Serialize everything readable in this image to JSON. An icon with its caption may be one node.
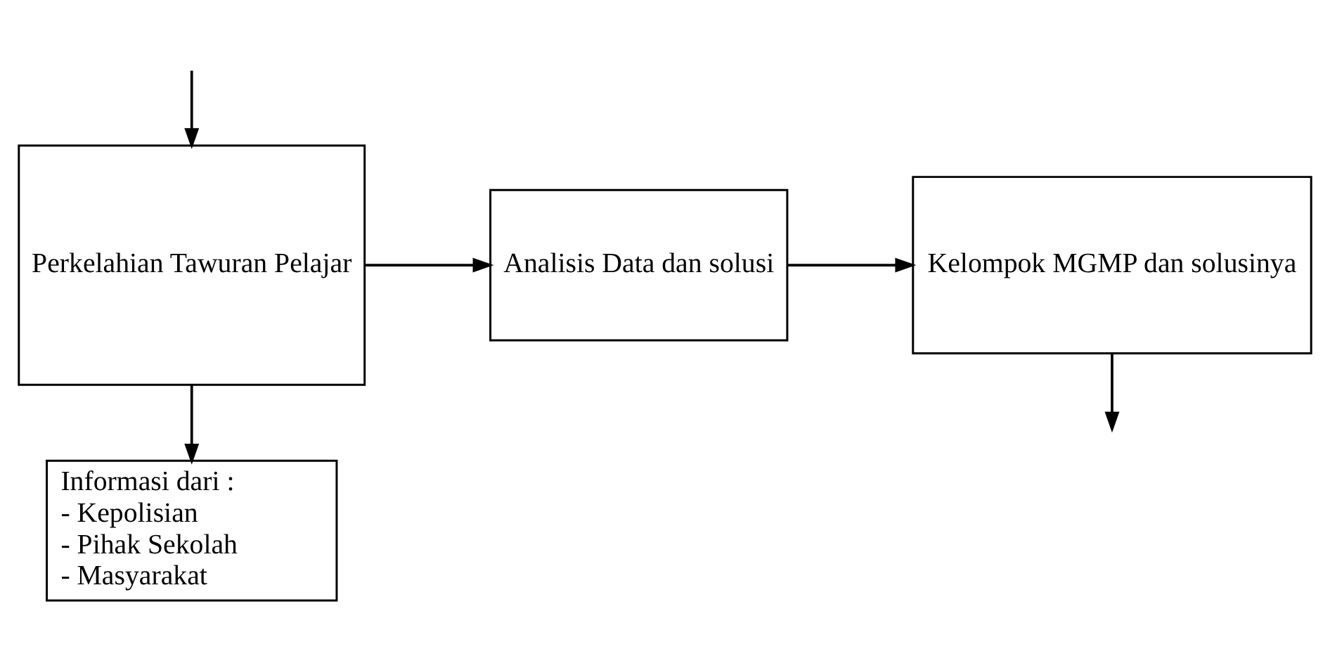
{
  "diagram": {
    "nodes": [
      {
        "text": [
          "Perkelahian Tawuran Pelajar"
        ]
      },
      {
        "text": [
          "Analisis Data dan solusi"
        ]
      },
      {
        "text": [
          "Kelompok MGMP dan solusinya"
        ]
      },
      {
        "text": [
          "Informasi dari :",
          "- Kepolisian",
          "- Pihak Sekolah",
          "- Masyarakat"
        ]
      }
    ],
    "edges": [
      {
        "from": null,
        "to": 0,
        "arrow": "to"
      },
      {
        "from": 0,
        "to": 1,
        "arrow": "to"
      },
      {
        "from": 1,
        "to": 2,
        "arrow": "to"
      },
      {
        "from": 2,
        "to": null,
        "arrow": "to"
      },
      {
        "from": 0,
        "to": 3,
        "arrow": "to"
      }
    ]
  }
}
